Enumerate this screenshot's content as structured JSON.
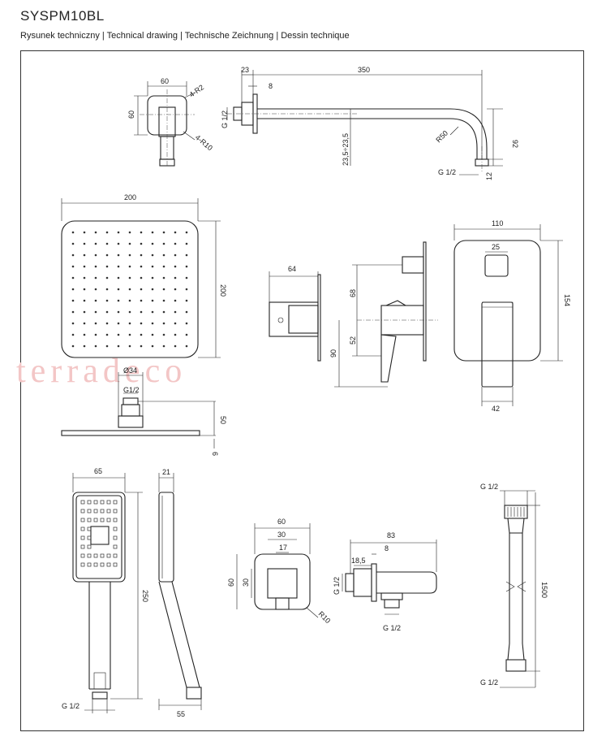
{
  "header": {
    "model": "SYSPM10BL",
    "subtitle": "Rysunek techniczny | Technical drawing | Technische Zeichnung | Dessin technique"
  },
  "watermark": "terradeco",
  "dimensions": {
    "arm_flange_w": "60",
    "arm_flange_h": "60",
    "arm_r2": "4-R2",
    "arm_r10": "4-R10",
    "arm_23": "23",
    "arm_350": "350",
    "arm_8": "8",
    "arm_g12_left": "G 1/2",
    "arm_r50": "R50",
    "arm_235": "23,5÷23,5",
    "arm_92": "92",
    "arm_g12_bottom": "G 1/2",
    "arm_12": "12",
    "head_200w": "200",
    "head_200h": "200",
    "head_d34": "Ø34",
    "head_g12": "G1/2",
    "head_50": "50",
    "head_6": "6",
    "mixer_64": "64",
    "mixer_68": "68",
    "mixer_52": "52",
    "mixer_90": "90",
    "plate_110": "110",
    "plate_25": "25",
    "plate_154": "154",
    "plate_42": "42",
    "hand_65": "65",
    "hand_250": "250",
    "hand_g12": "G 1/2",
    "hand_21": "21",
    "hand_55": "55",
    "outlet_60w": "60",
    "outlet_30w": "30",
    "outlet_17": "17",
    "outlet_60h": "60",
    "outlet_30h": "30",
    "outlet_r10": "R10",
    "side_83": "83",
    "side_8": "8",
    "side_185": "18,5",
    "side_g12_left": "G 1/2",
    "side_g12_bottom": "G 1/2",
    "hose_g12_top": "G 1/2",
    "hose_1500": "1500",
    "hose_g12_bottom": "G 1/2"
  }
}
